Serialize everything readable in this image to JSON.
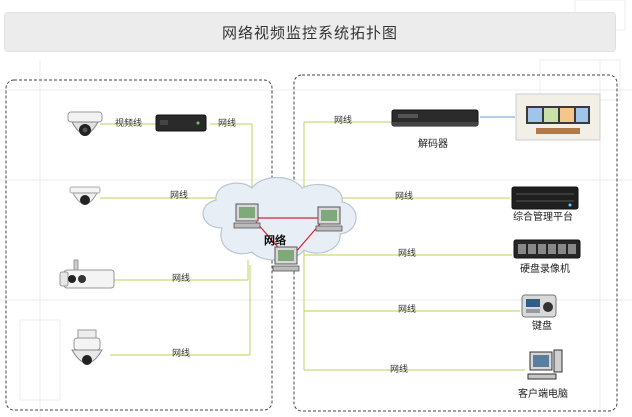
{
  "title": "网络视频监控系统拓扑图",
  "network_label": "网络",
  "links": {
    "video_cable": "视频线",
    "net1": "网线",
    "net2": "网线",
    "net3": "网线",
    "net4": "网线",
    "net5": "网线",
    "net6": "网线",
    "net7": "网线",
    "net8": "网线",
    "net9": "网线"
  },
  "devices": {
    "decoder": "解码器",
    "platform": "综合管理平台",
    "nvr": "硬盘录像机",
    "keyboard": "键盘",
    "client_pc": "客户端电脑"
  },
  "colors": {
    "link_line": "#c9d97a",
    "cloud_fill": "#e8eef5",
    "cloud_stroke": "#b9c6d4",
    "red_link": "#d9252c",
    "frame": "#444444"
  }
}
